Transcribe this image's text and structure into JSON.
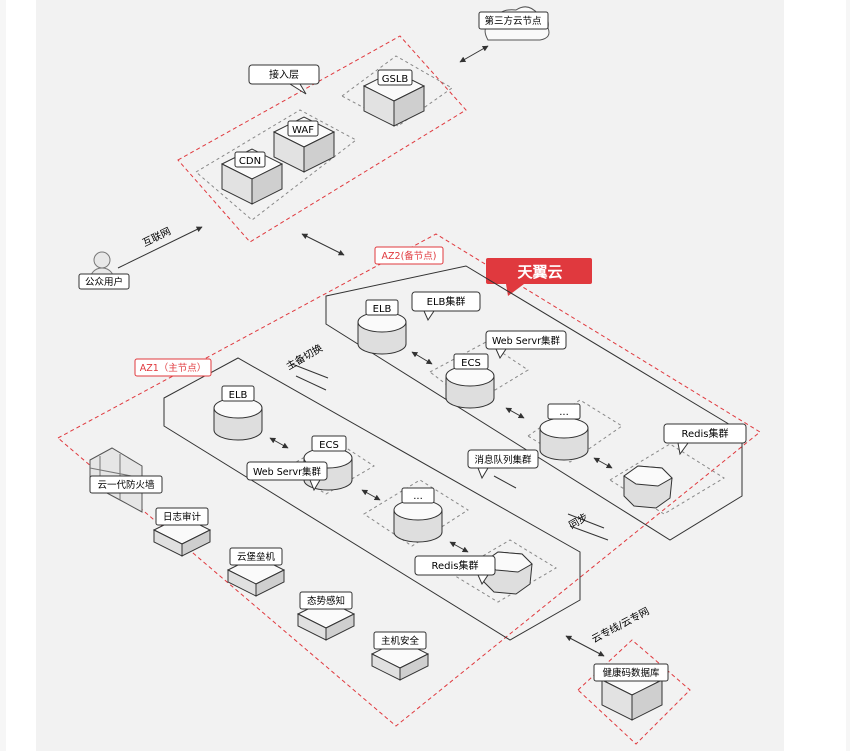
{
  "brand": {
    "name": "天翼云",
    "color": "#e0393e"
  },
  "colors": {
    "zone_line": "#e0393e",
    "group_line": "#888888",
    "az_border": "#333333",
    "shape_top": "#fafafa",
    "shape_side": "#dcdcdc"
  },
  "internet": {
    "third_party": "第三方云节点",
    "access_layer": "接入层",
    "gslb": "GSLB",
    "waf": "WAF",
    "cdn": "CDN",
    "internet_label": "互联网",
    "user": "公众用户"
  },
  "az2": {
    "label": "AZ2(备节点)",
    "elb": "ELB",
    "elb_cluster": "ELB集群",
    "ecs": "ECS",
    "web_cluster": "Web Servr集群",
    "ellipsis": "...",
    "redis_cluster": "Redis集群"
  },
  "az1": {
    "label": "AZ1（主节点）",
    "elb": "ELB",
    "ecs": "ECS",
    "web_cluster": "Web Servr集群",
    "ellipsis": "...",
    "redis_cluster": "Redis集群"
  },
  "links": {
    "failover": "主备切换",
    "mq_cluster": "消息队列集群",
    "sync": "同步",
    "dedicated": "云专线/云专网"
  },
  "security": {
    "firewall": "云一代防火墙",
    "log_audit": "日志审计",
    "bastion": "云堡垒机",
    "situation": "态势感知",
    "host_security": "主机安全"
  },
  "external_db": "健康码数据库"
}
